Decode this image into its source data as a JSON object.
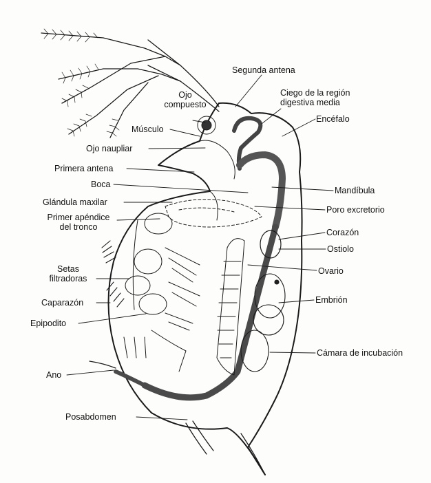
{
  "diagram": {
    "labels": {
      "segunda_antena": "Segunda antena",
      "ojo_compuesto": "Ojo\ncompuesto",
      "ciego_region": "Ciego de la región\ndigestiva media",
      "encefalo": "Encéfalo",
      "musculo": "Músculo",
      "ojo_naupliar": "Ojo naupliar",
      "primera_antena": "Primera antena",
      "boca": "Boca",
      "mandibula": "Mandíbula",
      "glandula_maxilar": "Glándula maxilar",
      "poro_excretorio": "Poro excretorio",
      "primer_apendice": "Primer apéndice\ndel tronco",
      "corazon": "Corazón",
      "ostiolo": "Ostiolo",
      "setas_filtradoras": "Setas\nfiltradoras",
      "ovario": "Ovario",
      "caparazon": "Caparazón",
      "embrion": "Embrión",
      "epipodito": "Epipodito",
      "camara_incubacion": "Cámara de incubación",
      "ano": "Ano",
      "posabdomen": "Posabdomen"
    }
  }
}
